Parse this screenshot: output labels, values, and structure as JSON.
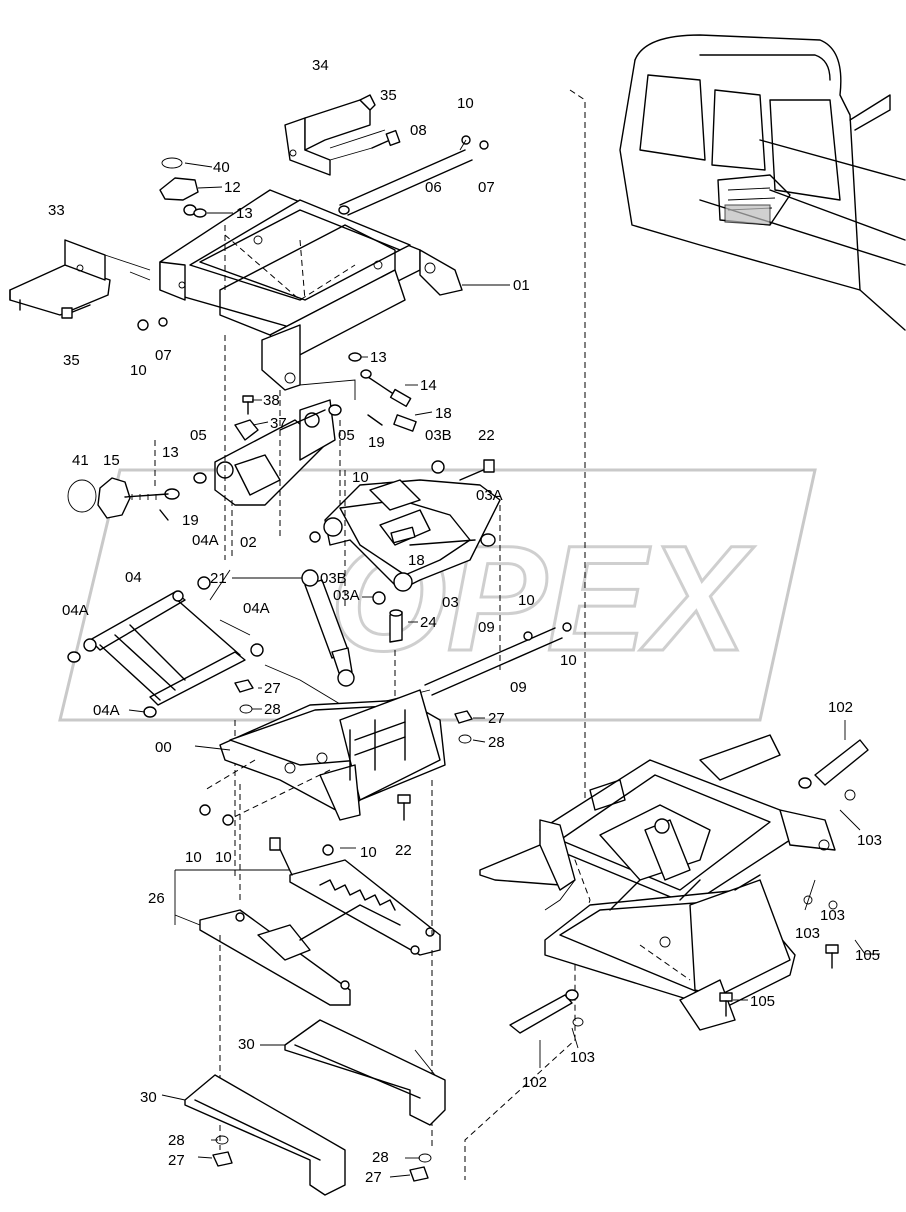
{
  "watermark": "OPEX",
  "corner_note": "",
  "labels": {
    "l00": "00",
    "l01": "01",
    "l02": "02",
    "l03": "03",
    "l03a_1": "03A",
    "l03a_2": "03A",
    "l03b_1": "03B",
    "l03b_2": "03B",
    "l04": "04",
    "l04a_1": "04A",
    "l04a_2": "04A",
    "l04a_3": "04A",
    "l04a_4": "04A",
    "l05_1": "05",
    "l05_2": "05",
    "l06": "06",
    "l07_1": "07",
    "l07_2": "07",
    "l08": "08",
    "l09_1": "09",
    "l09_2": "09",
    "l10_1": "10",
    "l10_2": "10",
    "l10_3": "10",
    "l10_4": "10",
    "l10_5": "10",
    "l10_6": "10",
    "l10_7": "10",
    "l10_8": "10",
    "l12": "12",
    "l13_1": "13",
    "l13_2": "13",
    "l13_3": "13",
    "l14": "14",
    "l15": "15",
    "l18_1": "18",
    "l18_2": "18",
    "l19_1": "19",
    "l19_2": "19",
    "l21": "21",
    "l22_1": "22",
    "l22_2": "22",
    "l24": "24",
    "l26": "26",
    "l27_1": "27",
    "l27_2": "27",
    "l27_3": "27",
    "l27_4": "27",
    "l28_1": "28",
    "l28_2": "28",
    "l28_3": "28",
    "l28_4": "28",
    "l30_1": "30",
    "l30_2": "30",
    "l33": "33",
    "l34": "34",
    "l35_1": "35",
    "l35_2": "35",
    "l37": "37",
    "l38": "38",
    "l40": "40",
    "l41": "41",
    "l102_1": "102",
    "l102_2": "102",
    "l103_1": "103",
    "l103_2": "103",
    "l103_3": "103",
    "l103_4": "103",
    "l105_1": "105",
    "l105_2": "105"
  }
}
